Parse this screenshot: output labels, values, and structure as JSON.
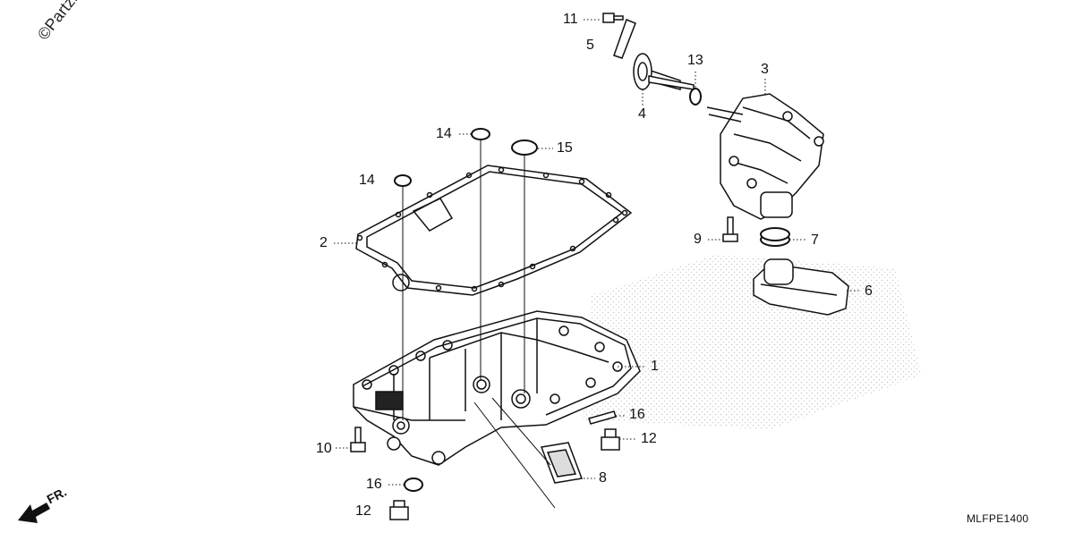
{
  "watermark": "©Partzilla",
  "direction_label": "FR.",
  "diagram_code": "MLFPE1400",
  "callouts": {
    "c1": "1",
    "c2": "2",
    "c3": "3",
    "c4": "4",
    "c5": "5",
    "c6": "6",
    "c7": "7",
    "c8": "8",
    "c9": "9",
    "c10": "10",
    "c11": "11",
    "c12a": "12",
    "c12b": "12",
    "c13": "13",
    "c14a": "14",
    "c14b": "14",
    "c15": "15",
    "c16a": "16",
    "c16b": "16"
  }
}
